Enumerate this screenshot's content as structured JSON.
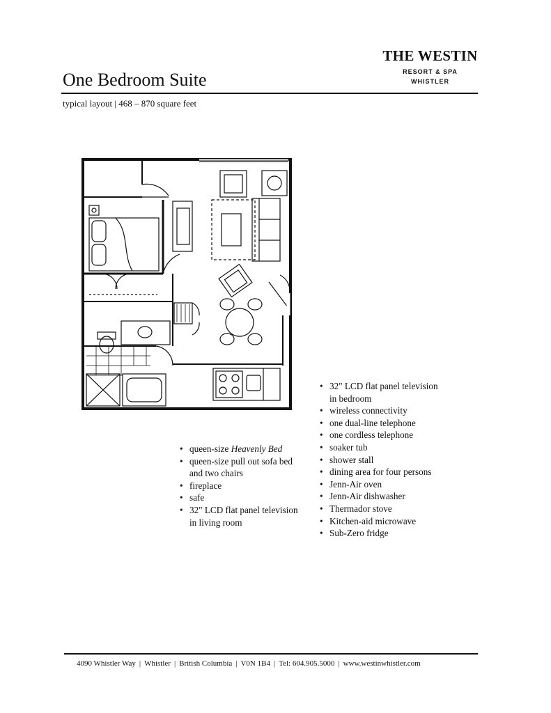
{
  "brand": {
    "name": "THE WESTIN",
    "line1": "RESORT & SPA",
    "line2": "WHISTLER"
  },
  "title": "One Bedroom Suite",
  "subtitle": "typical layout | 468 – 870 square feet",
  "features_left": [
    [
      "queen-size ",
      "Heavenly Bed"
    ],
    [
      "queen-size pull out sofa bed"
    ],
    [
      "and two chairs"
    ],
    [
      "fireplace"
    ],
    [
      "safe"
    ],
    [
      "32\" LCD flat panel television"
    ],
    [
      "in living room"
    ]
  ],
  "features_right": [
    "32\" LCD flat panel television",
    "in bedroom",
    "wireless connectivity",
    "one dual-line telephone",
    "one cordless telephone",
    "soaker tub",
    "shower stall",
    "dining area for four persons",
    "Jenn-Air oven",
    "Jenn-Air dishwasher",
    "Thermador stove",
    "Kitchen-aid microwave",
    "Sub-Zero fridge"
  ],
  "footer": {
    "address": "4090 Whistler Way",
    "city": "Whistler",
    "province": "British Columbia",
    "postal": "V0N 1B4",
    "phone": "Tel: 604.905.5000",
    "website": "www.westinwhistler.com"
  }
}
